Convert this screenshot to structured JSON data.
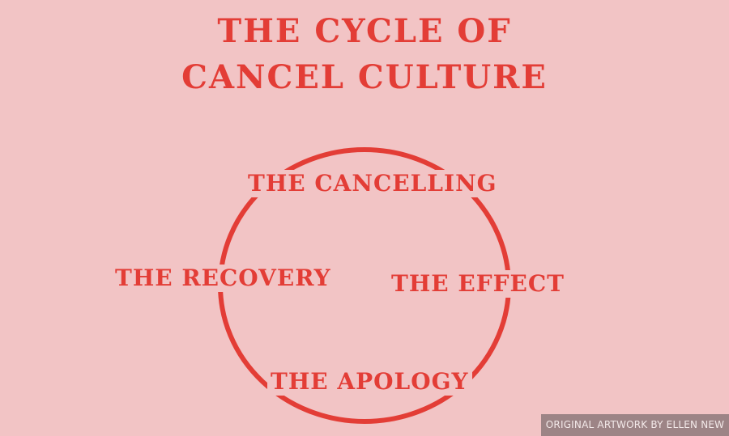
{
  "title": {
    "line1": "THE CYCLE OF",
    "line2": "CANCEL CULTURE"
  },
  "cycle": {
    "stages": [
      "THE CANCELLING",
      "THE EFFECT",
      "THE APOLOGY",
      "THE RECOVERY"
    ]
  },
  "credit": "ORIGINAL ARTWORK BY ELLEN NEW",
  "colors": {
    "background": "#f2c4c5",
    "accent": "#e33d36",
    "credit_background": "#9d8486",
    "credit_text": "#f3e9e9"
  }
}
